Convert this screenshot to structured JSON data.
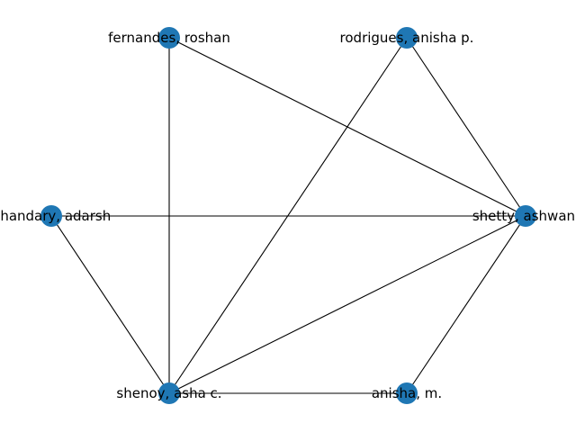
{
  "graph": {
    "node_color": "#1f77b4",
    "edge_color": "#000000",
    "nodes": [
      {
        "id": "fernandes",
        "label": "fernandes, roshan"
      },
      {
        "id": "rodrigues",
        "label": "rodrigues, anisha p."
      },
      {
        "id": "bhandary",
        "label": "bhandary, adarsh"
      },
      {
        "id": "shetty",
        "label": "shetty, ashwani"
      },
      {
        "id": "shenoy",
        "label": "shenoy, asha c."
      },
      {
        "id": "anisha",
        "label": "anisha, m."
      }
    ],
    "edges": [
      [
        "fernandes",
        "shenoy"
      ],
      [
        "fernandes",
        "shetty"
      ],
      [
        "rodrigues",
        "shenoy"
      ],
      [
        "rodrigues",
        "shetty"
      ],
      [
        "bhandary",
        "shetty"
      ],
      [
        "bhandary",
        "shenoy"
      ],
      [
        "shenoy",
        "shetty"
      ],
      [
        "shenoy",
        "anisha"
      ],
      [
        "shetty",
        "anisha"
      ]
    ]
  }
}
